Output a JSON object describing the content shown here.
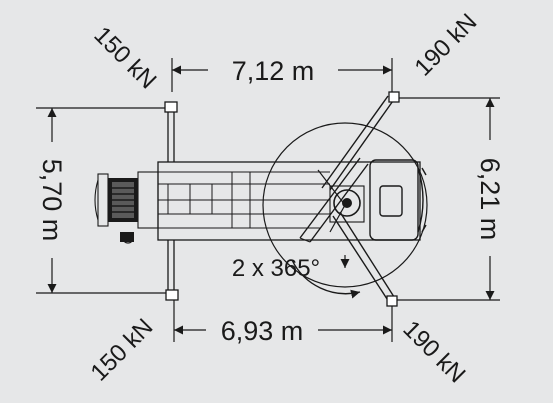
{
  "diagram": {
    "dimensions": {
      "top_width": "7,12 m",
      "bottom_width": "6,93 m",
      "left_height": "5,70 m",
      "right_height": "6,21 m"
    },
    "outrigger_loads": {
      "top_left": "150 kN",
      "top_right": "190 kN",
      "bottom_left": "150 kN",
      "bottom_right": "190 kN"
    },
    "rotation_label": "2 x 365°",
    "colors": {
      "background": "#e6e7e8",
      "ink": "#1a1a1a",
      "frame": "#ffffff"
    }
  }
}
